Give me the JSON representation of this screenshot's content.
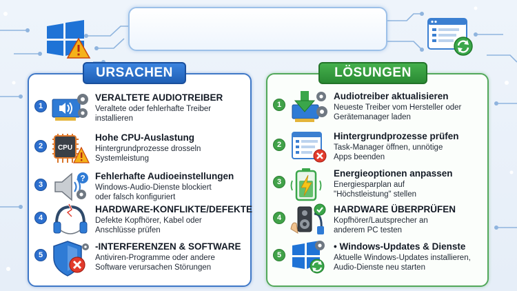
{
  "left": {
    "title": "URSACHEN",
    "items": [
      {
        "num": "1",
        "heading": "VERALTETE AUDIOTREIBER",
        "desc_lines": [
          "Veraltete oder fehlerhafte Treiber",
          "installieren"
        ],
        "icon": "audio-card-icon"
      },
      {
        "num": "2",
        "heading": "Hohe CPU-Auslastung",
        "desc_lines": [
          "Hintergrundprozesse drosseln",
          "Systemleistung"
        ],
        "icon": "cpu-warning-icon"
      },
      {
        "num": "3",
        "heading": "Fehlerhafte Audioeinstellungen",
        "desc_lines": [
          "Windows-Audio-Dienste blockiert",
          "oder falsch konfiguriert"
        ],
        "icon": "speaker-question-icon"
      },
      {
        "num": "4",
        "heading": "HARDWARE-KONFLIKTE/DEFEKTE",
        "desc_lines": [
          "Defekte Kopfhörer, Kabel oder",
          "Anschlüsse prüfen"
        ],
        "icon": "broken-headphones-icon"
      },
      {
        "num": "5",
        "heading": "-INTERFERENZEN & SOFTWARE",
        "desc_lines": [
          "Antiviren-Programme oder andere",
          "Software verursachen Störungen"
        ],
        "icon": "shield-error-icon"
      }
    ]
  },
  "right": {
    "title": "LÖSUNGEN",
    "items": [
      {
        "num": "1",
        "heading": "Audiotreiber aktualisieren",
        "desc_lines": [
          "Neueste Treiber vom Hersteller oder",
          "Gerätemanager laden"
        ],
        "icon": "driver-download-icon"
      },
      {
        "num": "2",
        "heading": "Hintergrundprozesse prüfen",
        "desc_lines": [
          "Task-Manager öffnen, unnötige",
          "Apps beenden"
        ],
        "icon": "task-manager-icon"
      },
      {
        "num": "3",
        "heading": "Energieoptionen anpassen",
        "desc_lines": [
          "Energiesparplan auf",
          "\"Höchstleistung\" stellen"
        ],
        "icon": "battery-bolt-icon"
      },
      {
        "num": "4",
        "heading": "HARDWARE ÜBERPRÜFEN",
        "desc_lines": [
          "Kopfhörer/Lautsprecher an",
          "anderem PC testen"
        ],
        "icon": "hardware-check-icon"
      },
      {
        "num": "5",
        "heading": "• Windows-Updates & Dienste",
        "desc_lines": [
          "Aktuelle Windows-Updates installieren,",
          "Audio-Dienste neu starten"
        ],
        "icon": "windows-update-icon"
      }
    ]
  },
  "decor": {
    "top_left_icon": "windows-warning-icon",
    "top_right_icon": "browser-refresh-icon",
    "title_box": ""
  }
}
